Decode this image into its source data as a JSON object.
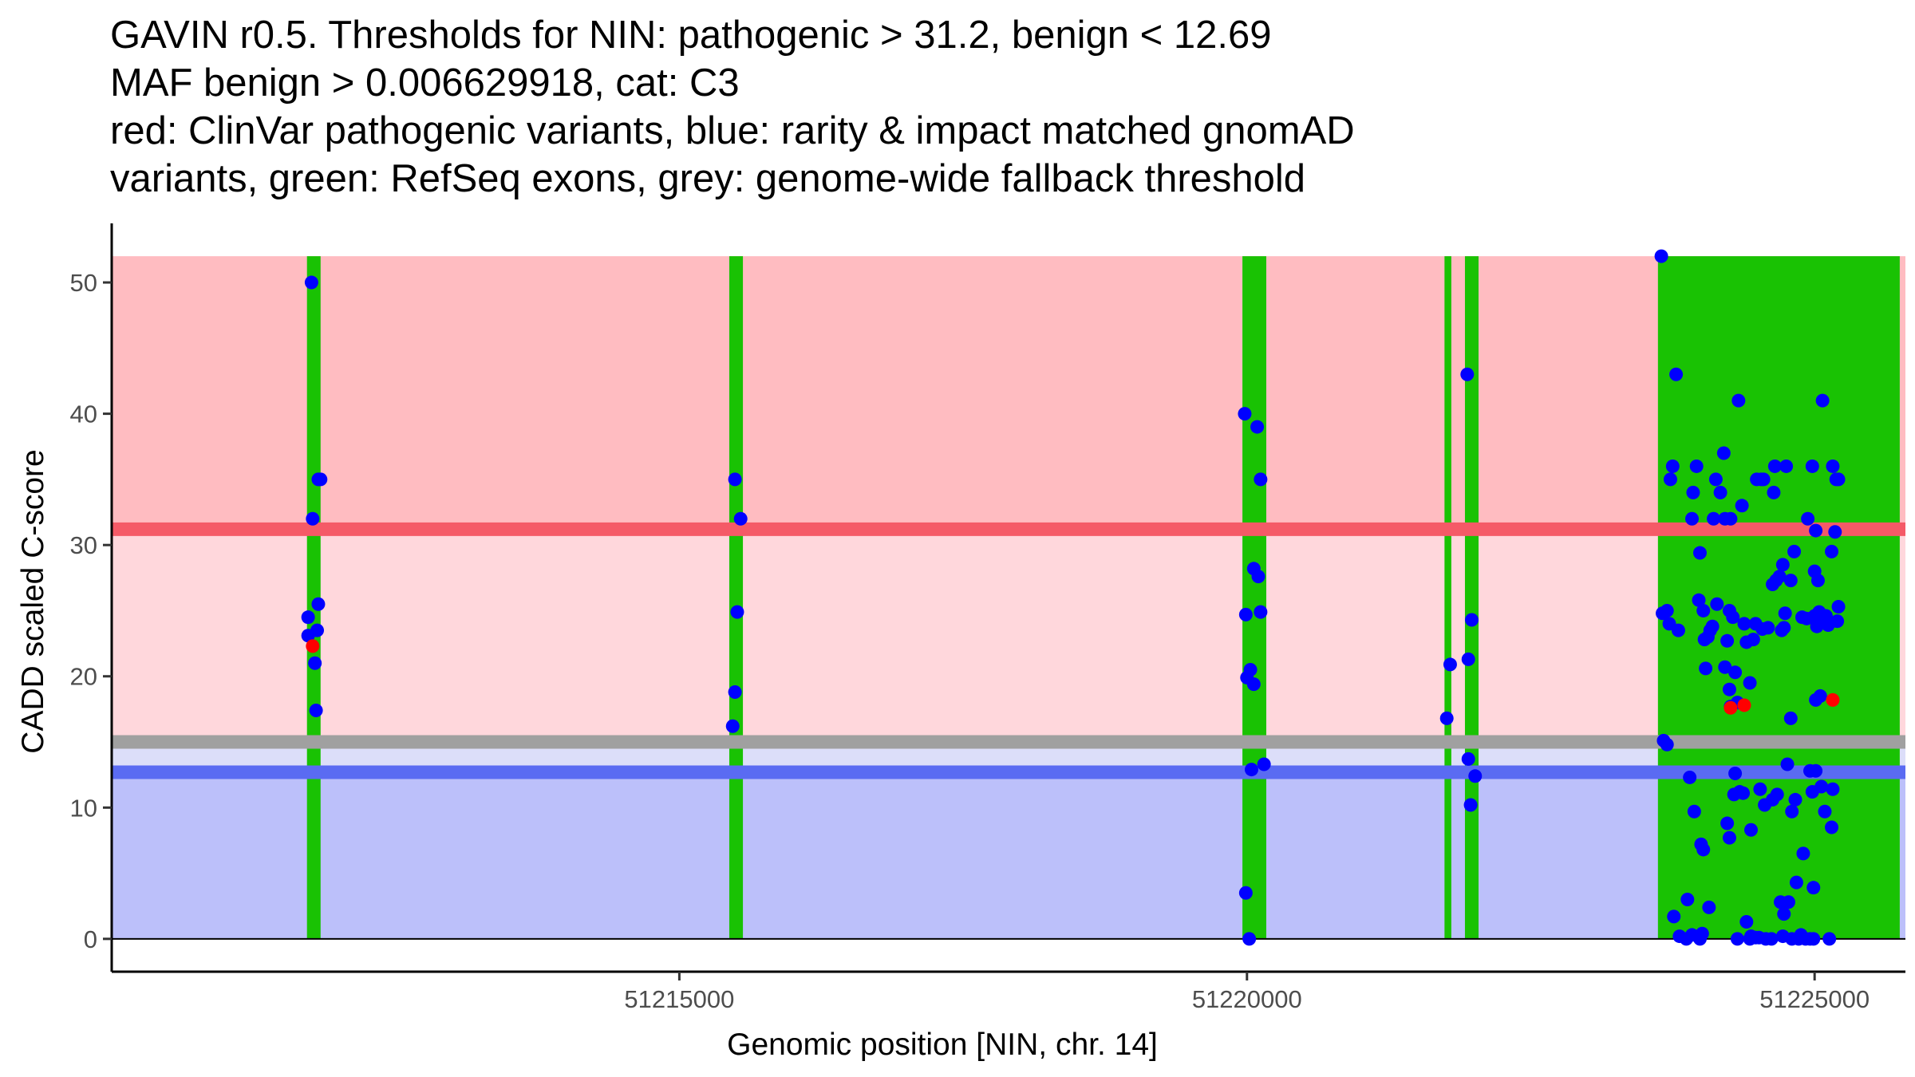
{
  "chart_data": {
    "type": "scatter",
    "title_lines": [
      "GAVIN r0.5. Thresholds for NIN: pathogenic > 31.2, benign < 12.69",
      "MAF benign > 0.006629918, cat: C3",
      "red: ClinVar pathogenic variants, blue: rarity & impact matched gnomAD",
      "variants, green: RefSeq exons, grey: genome-wide fallback threshold"
    ],
    "xlabel": "Genomic position [NIN, chr. 14]",
    "ylabel": "CADD scaled C-score",
    "xlim": [
      51210000,
      51225800
    ],
    "ylim": [
      -2.5,
      54.5
    ],
    "x_ticks": [
      51215000,
      51220000,
      51225000
    ],
    "x_tick_labels": [
      "51215000",
      "51220000",
      "51225000"
    ],
    "y_ticks": [
      0,
      10,
      20,
      30,
      40,
      50
    ],
    "y_tick_labels": [
      "0",
      "10",
      "20",
      "30",
      "40",
      "50"
    ],
    "grid": false,
    "thresholds": {
      "pathogenic": 31.2,
      "benign": 12.69,
      "fallback": 15,
      "band_top": 52
    },
    "colors": {
      "pathogenic_zone": "#ffbcc1",
      "mid_zone": "#ffd7dc",
      "benign_zone": "#bcc0fa",
      "gap_zone": "#dcdef9",
      "pathogenic_line": "#f55a67",
      "benign_line": "#5a6bf2",
      "fallback_line": "#a0a0a0",
      "exon": "#19c203",
      "gnomad": "#0000ff",
      "clinvar": "#ff0000"
    },
    "exons": [
      [
        51211720,
        51211840
      ],
      [
        51215440,
        51215560
      ],
      [
        51219960,
        51220170
      ],
      [
        51221740,
        51221800
      ],
      [
        51221920,
        51222040
      ],
      [
        51223620,
        51225750
      ]
    ],
    "series": [
      {
        "role": "gnomad",
        "points": [
          [
            51211760,
            50
          ],
          [
            51211770,
            32
          ],
          [
            51211730,
            24.5
          ],
          [
            51211730,
            23.1
          ],
          [
            51211810,
            23.5
          ],
          [
            51211820,
            25.5
          ],
          [
            51211790,
            21
          ],
          [
            51211800,
            17.4
          ],
          [
            51211820,
            35
          ],
          [
            51211840,
            35
          ],
          [
            51215490,
            35
          ],
          [
            51215540,
            32
          ],
          [
            51215510,
            24.9
          ],
          [
            51215490,
            18.8
          ],
          [
            51215470,
            16.2
          ],
          [
            51219980,
            40
          ],
          [
            51219990,
            24.7
          ],
          [
            51220000,
            19.9
          ],
          [
            51220030,
            20.5
          ],
          [
            51220060,
            19.4
          ],
          [
            51220060,
            28.2
          ],
          [
            51220100,
            27.6
          ],
          [
            51220090,
            39
          ],
          [
            51220120,
            35
          ],
          [
            51220120,
            24.9
          ],
          [
            51220040,
            12.9
          ],
          [
            51220150,
            13.3
          ],
          [
            51219990,
            3.5
          ],
          [
            51220020,
            0
          ],
          [
            51221760,
            16.8
          ],
          [
            51221790,
            20.9
          ],
          [
            51221940,
            43
          ],
          [
            51221950,
            21.3
          ],
          [
            51221980,
            24.3
          ],
          [
            51221950,
            13.7
          ],
          [
            51221970,
            10.2
          ],
          [
            51222010,
            12.4
          ],
          [
            51223650,
            52
          ],
          [
            51223700,
            25
          ],
          [
            51223660,
            24.8
          ],
          [
            51223730,
            35
          ],
          [
            51223750,
            36
          ],
          [
            51223780,
            43
          ],
          [
            51223720,
            24
          ],
          [
            51223800,
            23.5
          ],
          [
            51223670,
            15.1
          ],
          [
            51223700,
            14.8
          ],
          [
            51223760,
            1.7
          ],
          [
            51223810,
            0.2
          ],
          [
            51223870,
            0
          ],
          [
            51223920,
            0.3
          ],
          [
            51223990,
            0
          ],
          [
            51224010,
            0.4
          ],
          [
            51223880,
            3
          ],
          [
            51223940,
            9.7
          ],
          [
            51223900,
            12.3
          ],
          [
            51224000,
            7.2
          ],
          [
            51224020,
            6.8
          ],
          [
            51224070,
            2.4
          ],
          [
            51223920,
            32
          ],
          [
            51223930,
            34
          ],
          [
            51223960,
            36
          ],
          [
            51223990,
            29.4
          ],
          [
            51223980,
            25.8
          ],
          [
            51224020,
            25
          ],
          [
            51224030,
            22.8
          ],
          [
            51224040,
            20.6
          ],
          [
            51224080,
            23.5
          ],
          [
            51224100,
            23.8
          ],
          [
            51224060,
            23
          ],
          [
            51224110,
            32
          ],
          [
            51224130,
            35
          ],
          [
            51224140,
            25.5
          ],
          [
            51224170,
            34
          ],
          [
            51224200,
            37
          ],
          [
            51224210,
            32
          ],
          [
            51224260,
            32
          ],
          [
            51224250,
            25
          ],
          [
            51224280,
            24.5
          ],
          [
            51224230,
            22.7
          ],
          [
            51224210,
            20.7
          ],
          [
            51224250,
            19
          ],
          [
            51224300,
            20.3
          ],
          [
            51224320,
            18
          ],
          [
            51224260,
            17.7
          ],
          [
            51224330,
            41
          ],
          [
            51224360,
            33
          ],
          [
            51224380,
            24
          ],
          [
            51224400,
            22.6
          ],
          [
            51224430,
            19.5
          ],
          [
            51224460,
            22.8
          ],
          [
            51224480,
            24
          ],
          [
            51224490,
            35
          ],
          [
            51224530,
            35
          ],
          [
            51224550,
            35
          ],
          [
            51224540,
            23.6
          ],
          [
            51224590,
            23.7
          ],
          [
            51224630,
            27
          ],
          [
            51224650,
            36
          ],
          [
            51224660,
            27.3
          ],
          [
            51224690,
            27.6
          ],
          [
            51224720,
            28.5
          ],
          [
            51224730,
            23.7
          ],
          [
            51224740,
            24.8
          ],
          [
            51224750,
            36
          ],
          [
            51224790,
            27.3
          ],
          [
            51224640,
            34
          ],
          [
            51224820,
            29.5
          ],
          [
            51224710,
            23.5
          ],
          [
            51224300,
            12.6
          ],
          [
            51224340,
            11.2
          ],
          [
            51224370,
            11.1
          ],
          [
            51224230,
            8.8
          ],
          [
            51224250,
            7.7
          ],
          [
            51224290,
            11
          ],
          [
            51224440,
            8.3
          ],
          [
            51224520,
            11.4
          ],
          [
            51224560,
            10.2
          ],
          [
            51224630,
            10.6
          ],
          [
            51224670,
            11
          ],
          [
            51224760,
            13.3
          ],
          [
            51224800,
            9.7
          ],
          [
            51224830,
            10.6
          ],
          [
            51224790,
            16.8
          ],
          [
            51224900,
            6.5
          ],
          [
            51224960,
            12.8
          ],
          [
            51224980,
            11.2
          ],
          [
            51224990,
            3.9
          ],
          [
            51224840,
            4.3
          ],
          [
            51224700,
            2.8
          ],
          [
            51224730,
            1.9
          ],
          [
            51224770,
            2.8
          ],
          [
            51224440,
            0.2
          ],
          [
            51224480,
            0.1
          ],
          [
            51224320,
            0
          ],
          [
            51224400,
            1.3
          ],
          [
            51224430,
            0
          ],
          [
            51224510,
            0.1
          ],
          [
            51224570,
            0
          ],
          [
            51224620,
            0
          ],
          [
            51224720,
            0.2
          ],
          [
            51224800,
            0
          ],
          [
            51224860,
            0
          ],
          [
            51224880,
            0.3
          ],
          [
            51224920,
            0
          ],
          [
            51224960,
            0
          ],
          [
            51224990,
            0
          ],
          [
            51224890,
            24.5
          ],
          [
            51224930,
            24.4
          ],
          [
            51224940,
            32
          ],
          [
            51224980,
            36
          ],
          [
            51225010,
            31.1
          ],
          [
            51225040,
            24.9
          ],
          [
            51225000,
            24.6
          ],
          [
            51225020,
            23.8
          ],
          [
            51225050,
            24.1
          ],
          [
            51225080,
            24.2
          ],
          [
            51225000,
            28
          ],
          [
            51225030,
            27.3
          ],
          [
            51225070,
            41
          ],
          [
            51225100,
            24.3
          ],
          [
            51225120,
            23.9
          ],
          [
            51225150,
            29.5
          ],
          [
            51225160,
            36
          ],
          [
            51225190,
            35
          ],
          [
            51225180,
            31
          ],
          [
            51225200,
            24.2
          ],
          [
            51225210,
            25.3
          ],
          [
            51225210,
            35
          ],
          [
            51225100,
            24.6
          ],
          [
            51225010,
            18.2
          ],
          [
            51225050,
            18.5
          ],
          [
            51225010,
            12.8
          ],
          [
            51225060,
            11.6
          ],
          [
            51225090,
            9.7
          ],
          [
            51225150,
            8.5
          ],
          [
            51225160,
            11.4
          ],
          [
            51225130,
            0
          ]
        ]
      },
      {
        "role": "clinvar",
        "points": [
          [
            51211770,
            22.3
          ],
          [
            51224260,
            17.6
          ],
          [
            51224380,
            17.8
          ],
          [
            51225160,
            18.2
          ]
        ]
      }
    ]
  }
}
